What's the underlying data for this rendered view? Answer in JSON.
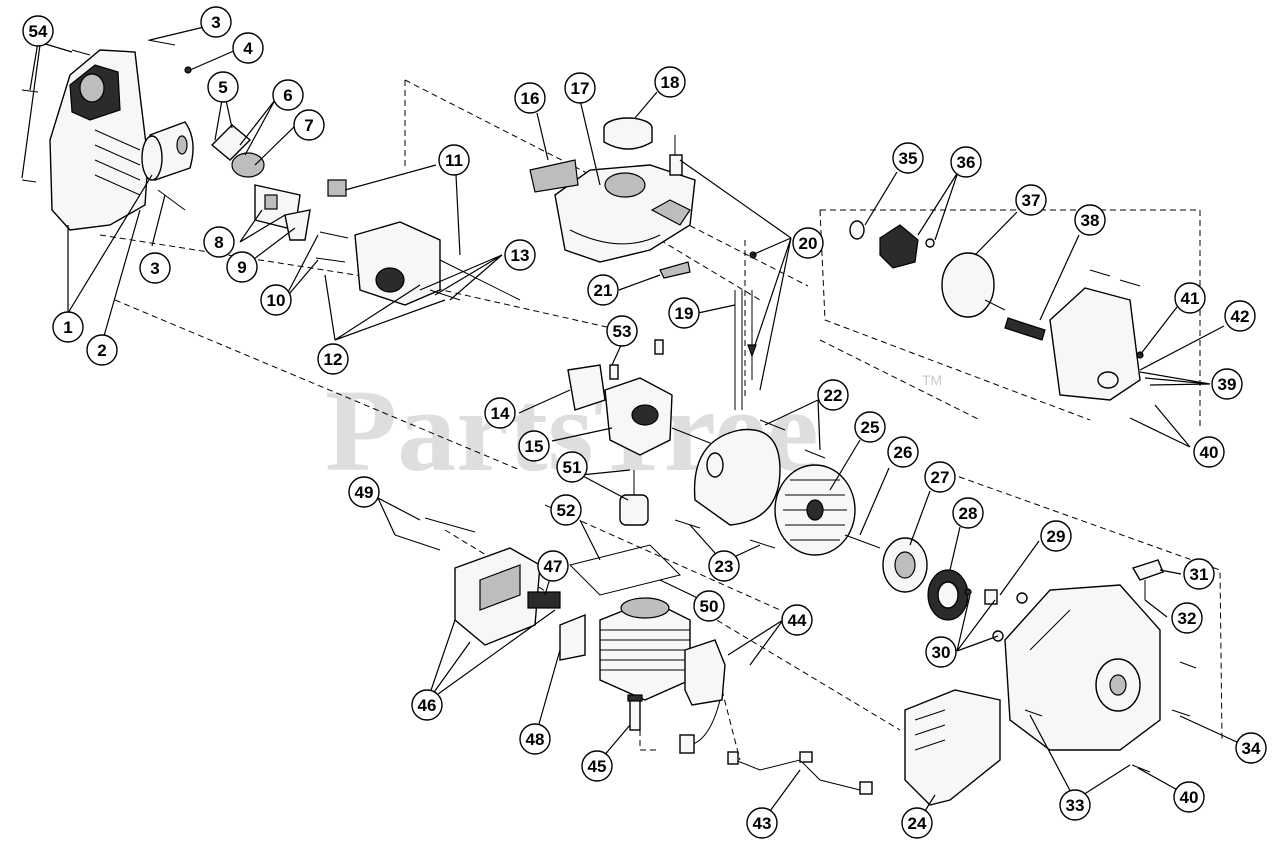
{
  "watermark": {
    "text": "PartsTree",
    "trademark": "TM"
  },
  "callouts": [
    {
      "number": "54"
    },
    {
      "number": "3"
    },
    {
      "number": "4"
    },
    {
      "number": "5"
    },
    {
      "number": "6"
    },
    {
      "number": "7"
    },
    {
      "number": "3"
    },
    {
      "number": "8"
    },
    {
      "number": "9"
    },
    {
      "number": "10"
    },
    {
      "number": "1"
    },
    {
      "number": "2"
    },
    {
      "number": "11"
    },
    {
      "number": "12"
    },
    {
      "number": "13"
    },
    {
      "number": "16"
    },
    {
      "number": "17"
    },
    {
      "number": "18"
    },
    {
      "number": "21"
    },
    {
      "number": "19"
    },
    {
      "number": "20"
    },
    {
      "number": "35"
    },
    {
      "number": "36"
    },
    {
      "number": "37"
    },
    {
      "number": "38"
    },
    {
      "number": "41"
    },
    {
      "number": "42"
    },
    {
      "number": "39"
    },
    {
      "number": "40"
    },
    {
      "number": "53"
    },
    {
      "number": "14"
    },
    {
      "number": "15"
    },
    {
      "number": "22"
    },
    {
      "number": "25"
    },
    {
      "number": "26"
    },
    {
      "number": "27"
    },
    {
      "number": "28"
    },
    {
      "number": "29"
    },
    {
      "number": "31"
    },
    {
      "number": "32"
    },
    {
      "number": "30"
    },
    {
      "number": "51"
    },
    {
      "number": "52"
    },
    {
      "number": "23"
    },
    {
      "number": "49"
    },
    {
      "number": "47"
    },
    {
      "number": "50"
    },
    {
      "number": "44"
    },
    {
      "number": "46"
    },
    {
      "number": "48"
    },
    {
      "number": "45"
    },
    {
      "number": "43"
    },
    {
      "number": "24"
    },
    {
      "number": "33"
    },
    {
      "number": "40"
    },
    {
      "number": "34"
    }
  ]
}
